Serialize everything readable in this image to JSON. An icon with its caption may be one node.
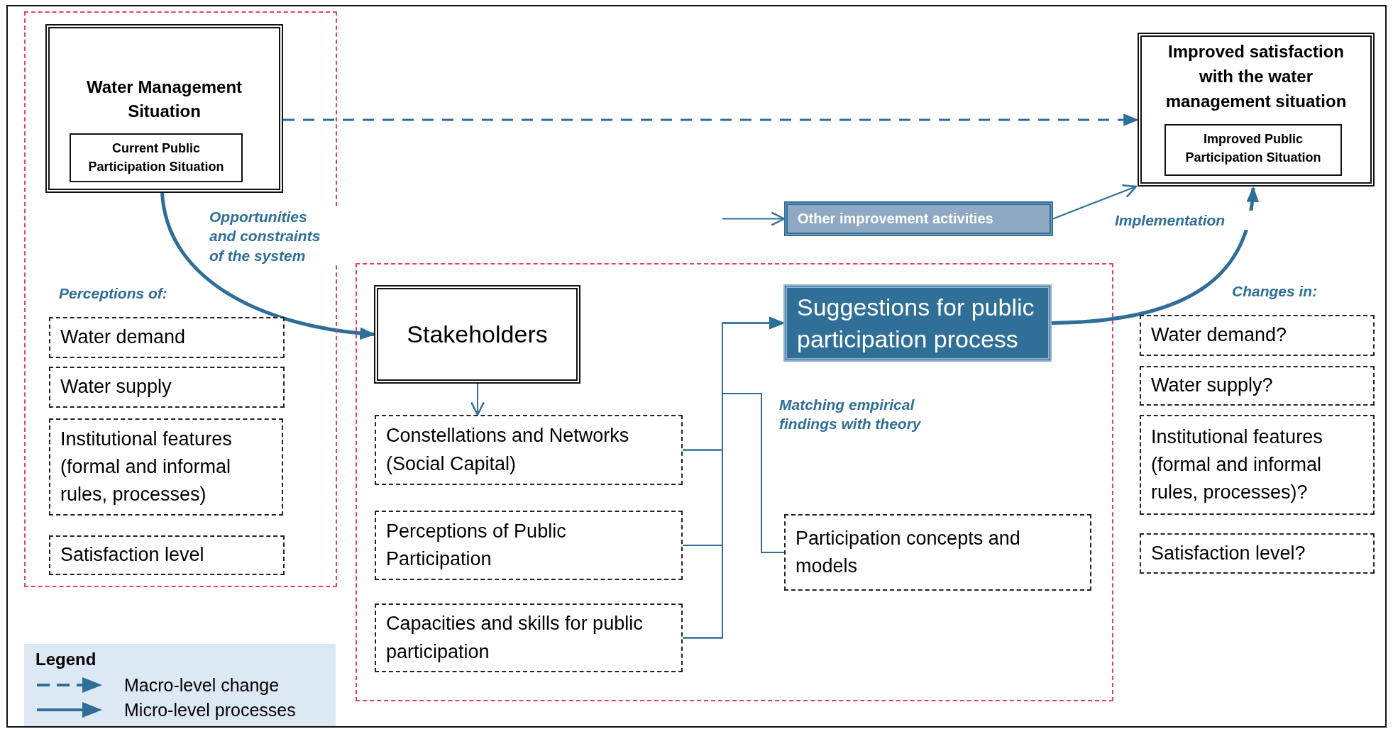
{
  "diagram": {
    "nodes": [
      {
        "text": [],
        "shape": "box"
      },
      {
        "text": [
          "Water Management Situation"
        ],
        "in": 0
      },
      {
        "text": [
          "Current Public Participation Situation"
        ],
        "in": 1
      },
      {
        "text": [
          "Water demand"
        ],
        "in": 0
      },
      {
        "text": [
          "Water supply"
        ],
        "in": 0
      },
      {
        "text": [
          "Institutional features (formal and informal rules, processes)"
        ],
        "in": 0
      },
      {
        "text": [
          "Satisfaction level"
        ],
        "in": 0
      },
      {
        "text": [
          "Improved satisfaction with the water management situation"
        ]
      },
      {
        "text": [
          "Improved Public Participation Situation"
        ],
        "in": 7
      },
      {
        "text": [
          "Other improvement activities"
        ]
      },
      {
        "text": [],
        "shape": "box"
      },
      {
        "text": [
          "Stakeholders"
        ],
        "in": 10
      },
      {
        "text": [
          "Constellations and Networks (Social Capital)"
        ],
        "in": 10
      },
      {
        "text": [
          "Perceptions of Public Participation"
        ],
        "in": 10
      },
      {
        "text": [
          "Capacities and skills for public participation"
        ],
        "in": 10
      },
      {
        "text": [
          "Suggestions for public participation process"
        ],
        "in": 10
      },
      {
        "text": [
          "Participation concepts and models"
        ],
        "in": 10
      },
      {
        "text": [
          "Water demand?"
        ]
      },
      {
        "text": [
          "Water supply?"
        ]
      },
      {
        "text": [
          "Institutional features (formal and informal rules, processes)?"
        ]
      },
      {
        "text": [
          "Satisfaction level?"
        ]
      }
    ],
    "edges": [
      {
        "from": 1,
        "to": 7,
        "arrow": "to",
        "style": "dashed"
      },
      {
        "from": 1,
        "to": 11,
        "arrow": "to",
        "label": "Opportunities and constraints of the system",
        "style": "thick"
      },
      {
        "from": null,
        "to": 9,
        "arrow": "to"
      },
      {
        "from": 9,
        "to": 7,
        "arrow": "to"
      },
      {
        "from": 15,
        "to": 7,
        "arrow": "to",
        "label": "Implementation",
        "style": "thick"
      },
      {
        "from": 11,
        "to": 12,
        "arrow": "to"
      },
      {
        "from": 12,
        "to": 15,
        "arrow": "to"
      },
      {
        "from": 13,
        "to": 15,
        "arrow": "to"
      },
      {
        "from": 14,
        "to": 15,
        "arrow": "to"
      },
      {
        "from": 12,
        "to": 16,
        "arrow": "none"
      },
      {
        "from": 13,
        "to": 16,
        "arrow": "none"
      },
      {
        "from": 14,
        "to": 16,
        "arrow": "none"
      }
    ],
    "labels": [
      "Perceptions of:",
      "Changes in:",
      "Matching empirical findings with theory",
      "Legend"
    ],
    "legend": [
      {
        "text": "Macro-level change"
      },
      {
        "text": "Micro-level processes"
      }
    ]
  }
}
